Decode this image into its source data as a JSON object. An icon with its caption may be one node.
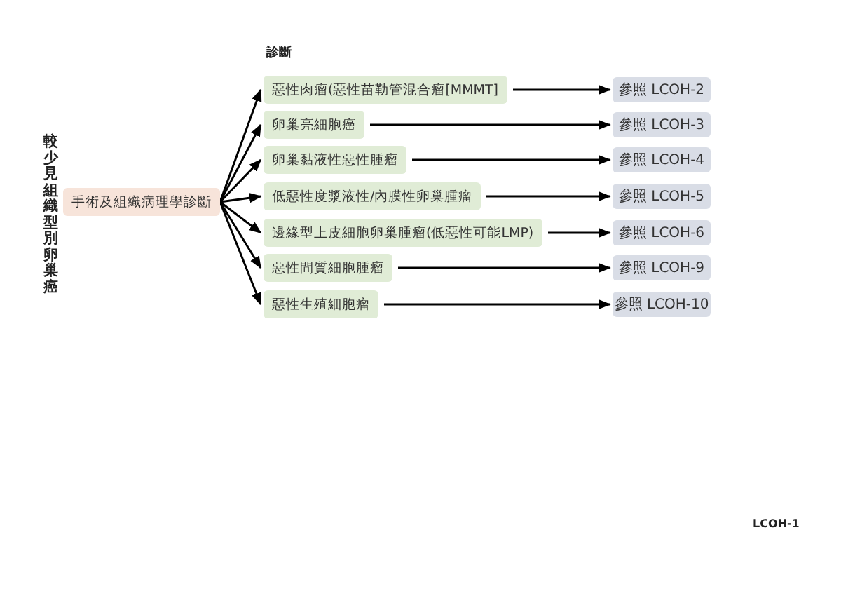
{
  "diagram": {
    "nodes": [
      {
        "text": [
          "手術及組織病理學診斷"
        ]
      },
      {
        "text": [
          "惡性肉瘤(惡性苗勒管混合瘤[MMMT]"
        ]
      },
      {
        "text": [
          "卵巢亮細胞癌"
        ]
      },
      {
        "text": [
          "卵巢黏液性惡性腫瘤"
        ]
      },
      {
        "text": [
          "低惡性度漿液性/內膜性卵巢腫瘤"
        ]
      },
      {
        "text": [
          "邊緣型上皮細胞卵巢腫瘤(低惡性可能LMP)"
        ]
      },
      {
        "text": [
          "惡性間質細胞腫瘤"
        ]
      },
      {
        "text": [
          "惡性生殖細胞瘤"
        ]
      },
      {
        "text": [
          "參照 LCOH-2"
        ]
      },
      {
        "text": [
          "參照 LCOH-3"
        ]
      },
      {
        "text": [
          "參照 LCOH-4"
        ]
      },
      {
        "text": [
          "參照 LCOH-5"
        ]
      },
      {
        "text": [
          "參照 LCOH-6"
        ]
      },
      {
        "text": [
          "參照 LCOH-9"
        ]
      },
      {
        "text": [
          "參照 LCOH-10"
        ]
      }
    ],
    "edges": [
      {
        "from": 0,
        "to": 1,
        "arrow": "to"
      },
      {
        "from": 0,
        "to": 2,
        "arrow": "to"
      },
      {
        "from": 0,
        "to": 3,
        "arrow": "to"
      },
      {
        "from": 0,
        "to": 4,
        "arrow": "to"
      },
      {
        "from": 0,
        "to": 5,
        "arrow": "to"
      },
      {
        "from": 0,
        "to": 6,
        "arrow": "to"
      },
      {
        "from": 0,
        "to": 7,
        "arrow": "to"
      },
      {
        "from": 1,
        "to": 8,
        "arrow": "to"
      },
      {
        "from": 2,
        "to": 9,
        "arrow": "to"
      },
      {
        "from": 3,
        "to": 10,
        "arrow": "to"
      },
      {
        "from": 4,
        "to": 11,
        "arrow": "to"
      },
      {
        "from": 5,
        "to": 12,
        "arrow": "to"
      },
      {
        "from": 6,
        "to": 13,
        "arrow": "to"
      },
      {
        "from": 7,
        "to": 14,
        "arrow": "to"
      }
    ],
    "labels": [
      "較少見組織型別卵巢癌",
      "診斷",
      "LCOH-1"
    ]
  }
}
